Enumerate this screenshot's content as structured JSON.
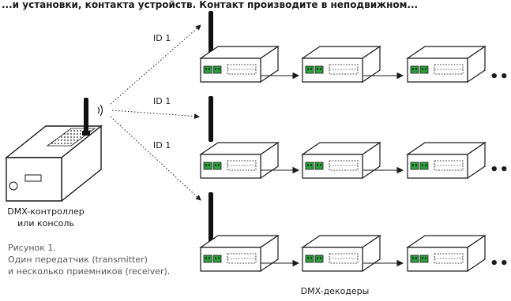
{
  "top_text": "...и установки, контакта устройств. Контакт производите в неподвижном...",
  "id_labels": [
    "ID 1",
    "ID 1",
    "ID 1"
  ],
  "controller_label_line1": "DMX-контроллер",
  "controller_label_line2": "или консоль",
  "caption_line1": "Рисунок 1.",
  "caption_line2": "Один передатчик (transmitter)",
  "caption_line3": "и несколько приемников (receiver).",
  "decoders_label": "DMX-декодеры",
  "continuation": "•••",
  "colors": {
    "terminal": "#2e9e3e",
    "line": "#1a1a1a",
    "antenna": "#111111"
  }
}
